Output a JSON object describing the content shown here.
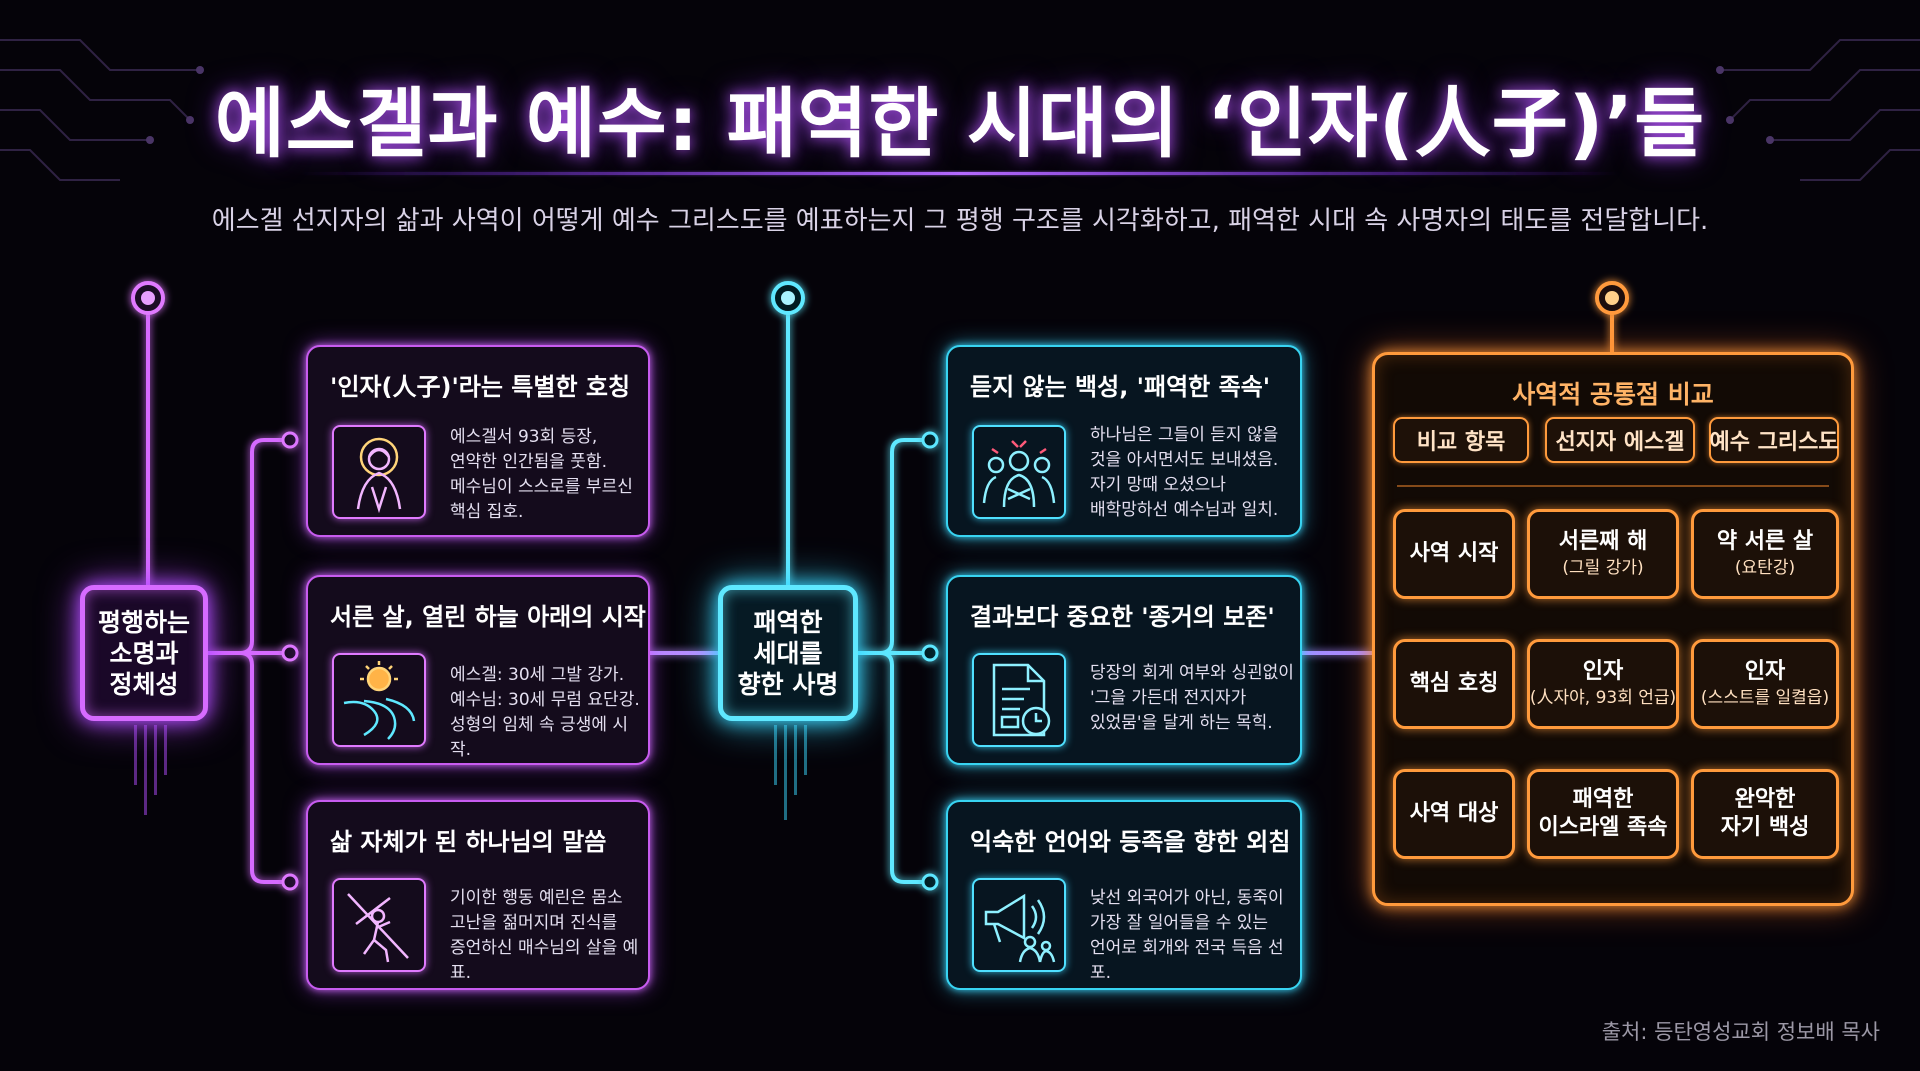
{
  "title": "에스겔과 예수: 패역한 시대의 ‘인자(人子)’들",
  "subtitle": "에스겔 선지자의 삶과 사역이 어떻게 예수 그리스도를 예표하는지 그 평행 구조를 시각화하고, 패역한 시대 속 사명자의 태도를 전달합니다.",
  "colors": {
    "purple": "#d66bff",
    "cyan": "#5fe8ff",
    "orange": "#ff9a3c",
    "background": "#050309"
  },
  "hub_parallel": "평행하는\n소명과\n정체성",
  "hub_center": "패역한\n세대를\n향한 사명",
  "purple_cards": [
    {
      "title": "'인자(人子)'라는 특별한 호칭",
      "icon": "jesus-figure-icon",
      "body": "에스겔서 93회 등장,\n연약한 인간됨을 풋함.\n메수님이 스스로를 부르신\n핵심 집호."
    },
    {
      "title": "서른 살, 열린 하늘 아래의 시작",
      "icon": "sun-river-icon",
      "body": "에스겔: 30세 그발 강가.\n예수님: 30세 무럼 요단강.\n성형의 임체 속 긍생에 시작."
    },
    {
      "title": "삶 자체가 된 하나님의 말씀",
      "icon": "cross-bearer-icon",
      "body": "기이한 행동 예린은 몸소\n고난을 젊머지며 진식를\n증언하신 매수님의 살을 예표."
    }
  ],
  "cyan_cards": [
    {
      "title": "듣지 않는 백성, '패역한 족속'",
      "icon": "crowd-refusing-icon",
      "body": "하나님은 그들이 듣지 않을\n것을 아서면서도 보내셨음.\n자기 망때 오셨으나\n배학망하선 예수님과 일치."
    },
    {
      "title": "결과보다 중요한 '종거의 보존'",
      "icon": "document-clock-icon",
      "body": "당장의 회게 여부와 싱괸없이\n'그을 가든대 전지자가\n있었뭄'을 달게 하는 목힉."
    },
    {
      "title": "익숙한 언어와 등족을 향한 외침",
      "icon": "megaphone-people-icon",
      "body": "낮선 외국어가 아닌, 동죽이\n가장 잘 일어들을 수 있는\n언어로 회개와 전국 득음 선포."
    }
  ],
  "comparison": {
    "title": "사역적 공통점 비교",
    "headers": [
      "비교 항목",
      "선지자 에스겔",
      "예수 그리스도"
    ],
    "rows": [
      {
        "label": "사역 시작",
        "ezekiel_main": "서른째 해",
        "ezekiel_sub": "(그릴 강가)",
        "jesus_main": "약 서른 살",
        "jesus_sub": "(요탄강)"
      },
      {
        "label": "핵심 호칭",
        "ezekiel_main": "인자",
        "ezekiel_sub": "(人자야, 93회 언급)",
        "jesus_main": "인자",
        "jesus_sub": "(스스트를 일켤읍)"
      },
      {
        "label": "사역 대상",
        "ezekiel_main": "패역한\n이스라엘 족속",
        "ezekiel_sub": "",
        "jesus_main": "완악한\n자기 백성",
        "jesus_sub": ""
      }
    ]
  },
  "source": "출처: 등탄영성교회 정보배 목사"
}
